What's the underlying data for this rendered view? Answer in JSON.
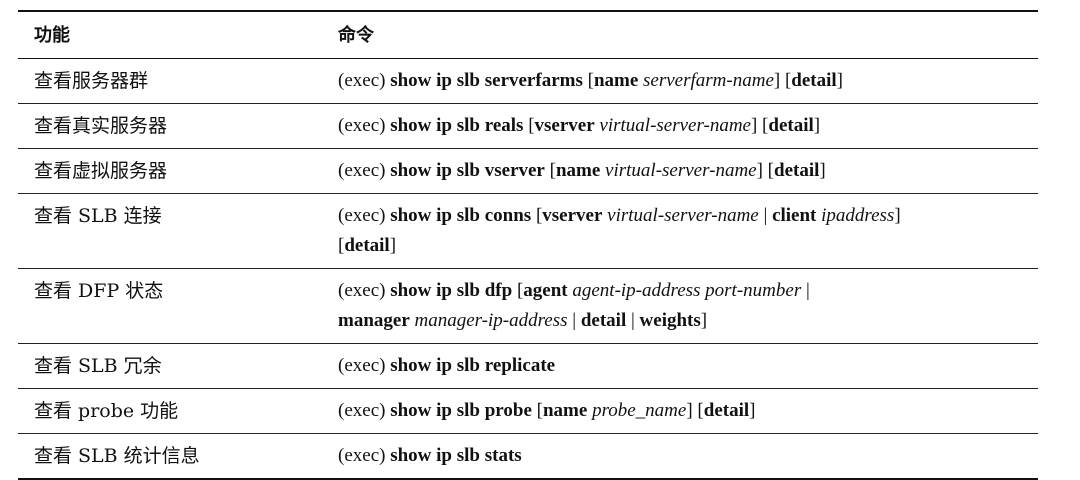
{
  "table": {
    "headers": {
      "function": "功能",
      "command": "命令"
    },
    "rows": [
      {
        "function": "查看服务器群",
        "command": [
          [
            {
              "t": "(exec) ",
              "s": "r"
            },
            {
              "t": "show ip slb serverfarms",
              "s": "b"
            },
            {
              "t": " [",
              "s": "r"
            },
            {
              "t": "name",
              "s": "b"
            },
            {
              "t": " ",
              "s": "r"
            },
            {
              "t": "serverfarm-name",
              "s": "i"
            },
            {
              "t": "] [",
              "s": "r"
            },
            {
              "t": "detail",
              "s": "b"
            },
            {
              "t": "]",
              "s": "r"
            }
          ]
        ]
      },
      {
        "function": "查看真实服务器",
        "command": [
          [
            {
              "t": "(exec) ",
              "s": "r"
            },
            {
              "t": "show ip slb reals",
              "s": "b"
            },
            {
              "t": " [",
              "s": "r"
            },
            {
              "t": "vserver",
              "s": "b"
            },
            {
              "t": " ",
              "s": "r"
            },
            {
              "t": "virtual-server-name",
              "s": "i"
            },
            {
              "t": "] [",
              "s": "r"
            },
            {
              "t": "detail",
              "s": "b"
            },
            {
              "t": "]",
              "s": "r"
            }
          ]
        ]
      },
      {
        "function": "查看虚拟服务器",
        "command": [
          [
            {
              "t": "(exec) ",
              "s": "r"
            },
            {
              "t": "show ip slb vserver",
              "s": "b"
            },
            {
              "t": " [",
              "s": "r"
            },
            {
              "t": "name",
              "s": "b"
            },
            {
              "t": " ",
              "s": "r"
            },
            {
              "t": "virtual-server-name",
              "s": "i"
            },
            {
              "t": "] [",
              "s": "r"
            },
            {
              "t": "detail",
              "s": "b"
            },
            {
              "t": "]",
              "s": "r"
            }
          ]
        ]
      },
      {
        "function": "查看 SLB 连接",
        "command": [
          [
            {
              "t": "(exec) ",
              "s": "r"
            },
            {
              "t": "show ip slb conns",
              "s": "b"
            },
            {
              "t": " [",
              "s": "r"
            },
            {
              "t": "vserver",
              "s": "b"
            },
            {
              "t": " ",
              "s": "r"
            },
            {
              "t": "virtual-server-name",
              "s": "i"
            },
            {
              "t": " | ",
              "s": "r"
            },
            {
              "t": "client",
              "s": "b"
            },
            {
              "t": " ",
              "s": "r"
            },
            {
              "t": "ipaddress",
              "s": "i"
            },
            {
              "t": "]",
              "s": "r"
            }
          ],
          [
            {
              "t": "[",
              "s": "r"
            },
            {
              "t": "detail",
              "s": "b"
            },
            {
              "t": "]",
              "s": "r"
            }
          ]
        ]
      },
      {
        "function": "查看 DFP 状态",
        "command": [
          [
            {
              "t": "(exec) ",
              "s": "r"
            },
            {
              "t": "show ip slb dfp",
              "s": "b"
            },
            {
              "t": " [",
              "s": "r"
            },
            {
              "t": "agent",
              "s": "b"
            },
            {
              "t": " ",
              "s": "r"
            },
            {
              "t": "agent-ip-address port-number",
              "s": "i"
            },
            {
              "t": " |",
              "s": "r"
            }
          ],
          [
            {
              "t": "manager",
              "s": "b"
            },
            {
              "t": " ",
              "s": "r"
            },
            {
              "t": "manager-ip-address",
              "s": "i"
            },
            {
              "t": " | ",
              "s": "r"
            },
            {
              "t": "detail",
              "s": "b"
            },
            {
              "t": " | ",
              "s": "r"
            },
            {
              "t": "weights",
              "s": "b"
            },
            {
              "t": "]",
              "s": "r"
            }
          ]
        ]
      },
      {
        "function": "查看 SLB 冗余",
        "command": [
          [
            {
              "t": "(exec) ",
              "s": "r"
            },
            {
              "t": "show ip slb replicate",
              "s": "b"
            }
          ]
        ]
      },
      {
        "function": "查看 probe 功能",
        "command": [
          [
            {
              "t": "(exec) ",
              "s": "r"
            },
            {
              "t": "show ip slb probe",
              "s": "b"
            },
            {
              "t": " [",
              "s": "r"
            },
            {
              "t": "name",
              "s": "b"
            },
            {
              "t": " ",
              "s": "r"
            },
            {
              "t": "probe_name",
              "s": "i"
            },
            {
              "t": "] [",
              "s": "r"
            },
            {
              "t": "detail",
              "s": "b"
            },
            {
              "t": "]",
              "s": "r"
            }
          ]
        ]
      },
      {
        "function": "查看 SLB 统计信息",
        "command": [
          [
            {
              "t": "(exec) ",
              "s": "r"
            },
            {
              "t": "show ip slb stats",
              "s": "b"
            }
          ]
        ]
      }
    ]
  }
}
